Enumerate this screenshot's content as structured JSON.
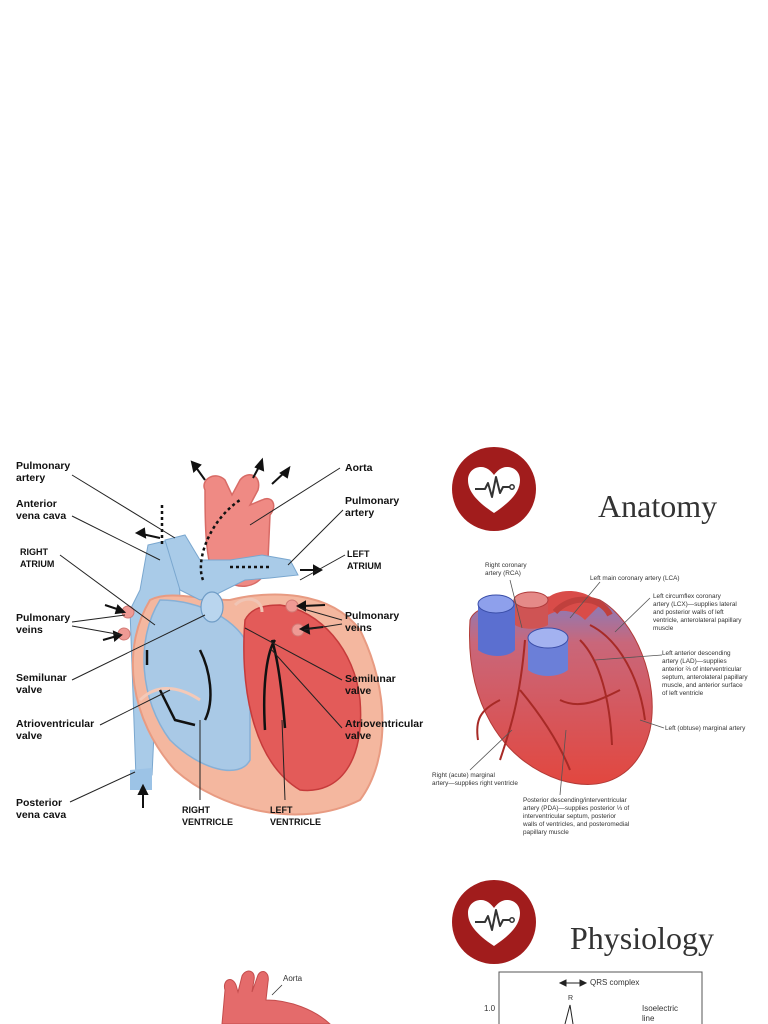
{
  "heart_diagram": {
    "labels": {
      "pulmonary_artery_left": [
        "Pulmonary",
        "artery"
      ],
      "anterior_vena_cava": [
        "Anterior",
        "vena cava"
      ],
      "right_atrium": [
        "RIGHT",
        "ATRIUM"
      ],
      "pulmonary_veins_left": [
        "Pulmonary",
        "veins"
      ],
      "semilunar_valve_left": [
        "Semilunar",
        "valve"
      ],
      "atrioventricular_valve_left": [
        "Atrioventricular",
        "valve"
      ],
      "posterior_vena_cava": [
        "Posterior",
        "vena cava"
      ],
      "right_ventricle": [
        "RIGHT",
        "VENTRICLE"
      ],
      "left_ventricle": [
        "LEFT",
        "VENTRICLE"
      ],
      "aorta": "Aorta",
      "pulmonary_artery_right": [
        "Pulmonary",
        "artery"
      ],
      "left_atrium": [
        "LEFT",
        "ATRIUM"
      ],
      "pulmonary_veins_right": [
        "Pulmonary",
        "veins"
      ],
      "semilunar_valve_right": [
        "Semilunar",
        "valve"
      ],
      "atrioventricular_valve_right": [
        "Atrioventricular",
        "valve"
      ]
    }
  },
  "sections": {
    "anatomy": {
      "title": "Anatomy",
      "icon": "heart-pulse-icon",
      "icon_color": "#a11c1c"
    },
    "physiology": {
      "title": "Physiology",
      "icon": "heart-pulse-icon",
      "icon_color": "#a11c1c"
    }
  },
  "coronary_diagram": {
    "labels": {
      "rca": [
        "Right coronary",
        "artery (RCA)"
      ],
      "lca": "Left main coronary artery (LCA)",
      "lcx": [
        "Left circumflex coronary",
        "artery (LCX)—supplies lateral",
        "and posterior walls of left",
        "ventricle, anterolateral papillary",
        "muscle"
      ],
      "lad": [
        "Left anterior descending",
        "artery (LAD)—supplies",
        "anterior ⅔ of interventricular",
        "septum, anterolateral papillary",
        "muscle, and anterior surface",
        "of left ventricle"
      ],
      "obtuse_marginal": "Left (obtuse) marginal artery",
      "acute_marginal": [
        "Right (acute) marginal",
        "artery—supplies right ventricle"
      ],
      "pda": [
        "Posterior descending/interventricular",
        "artery (PDA)—supplies posterior ⅓ of",
        "interventricular septum, posterior",
        "walls of ventricles, and posteromedial",
        "papillary muscle"
      ]
    }
  },
  "bottom_fragment": {
    "aorta_label": "Aorta",
    "ecg": {
      "qrs_label": "QRS complex",
      "y_tick": "1.0",
      "r_label": "R",
      "isoelectric_label": [
        "Isoelectric",
        "line"
      ]
    }
  }
}
